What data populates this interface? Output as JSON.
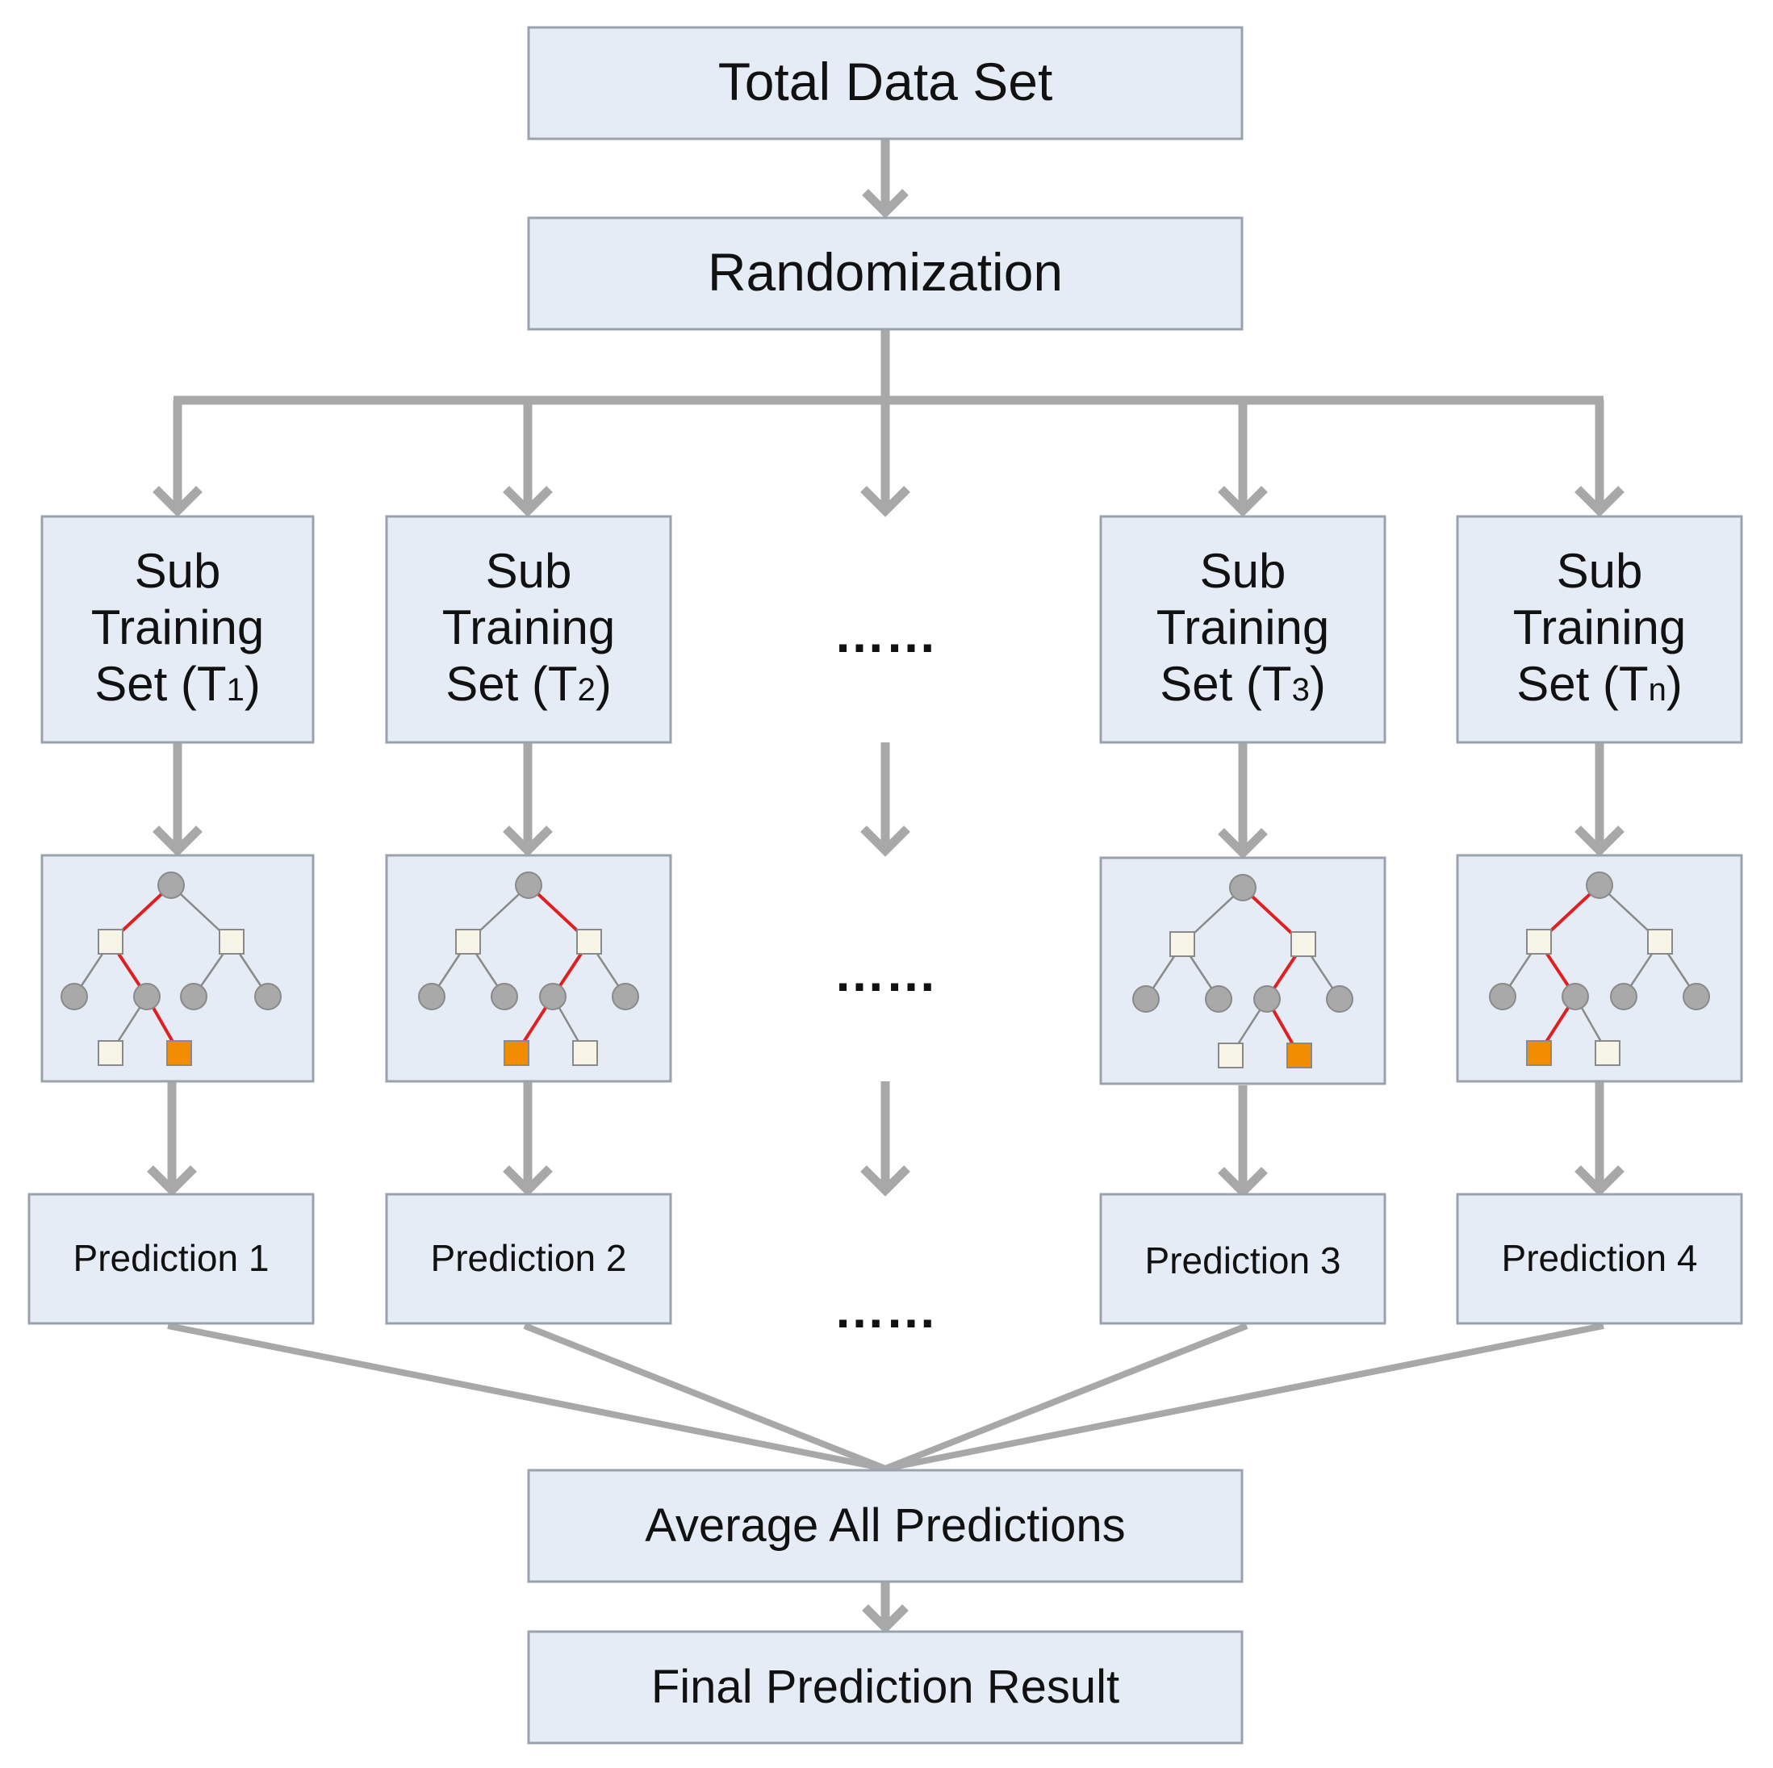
{
  "top_box": {
    "label": "Total Data Set"
  },
  "randomize_box": {
    "label": "Randomization"
  },
  "ellipsis": "……",
  "columns": [
    {
      "line1": "Sub",
      "line2": "Training",
      "set_prefix": "Set (T",
      "subscript": "1",
      "set_suffix": ")",
      "prediction": "Prediction 1"
    },
    {
      "line1": "Sub",
      "line2": "Training",
      "set_prefix": "Set (T",
      "subscript": "2",
      "set_suffix": ")",
      "prediction": "Prediction 2"
    },
    {
      "line1": "Sub",
      "line2": "Training",
      "set_prefix": "Set (T",
      "subscript": "3",
      "set_suffix": ")",
      "prediction": "Prediction 3"
    },
    {
      "line1": "Sub",
      "line2": "Training",
      "set_prefix": "Set (T",
      "subscript": "n",
      "set_suffix": ")",
      "prediction": "Prediction 4"
    }
  ],
  "average_box": {
    "label": "Average All Predictions"
  },
  "final_box": {
    "label": "Final Prediction Result"
  },
  "colors": {
    "box_fill": "#e5ecf6",
    "box_stroke": "#9aa3ad",
    "arrow": "#a8a8a8",
    "node_circle": "#a9a9a9",
    "node_square": "#f6f5e8",
    "leaf_selected": "#f28c00",
    "path_highlight": "#e02020",
    "edge": "#8a8a8a"
  }
}
